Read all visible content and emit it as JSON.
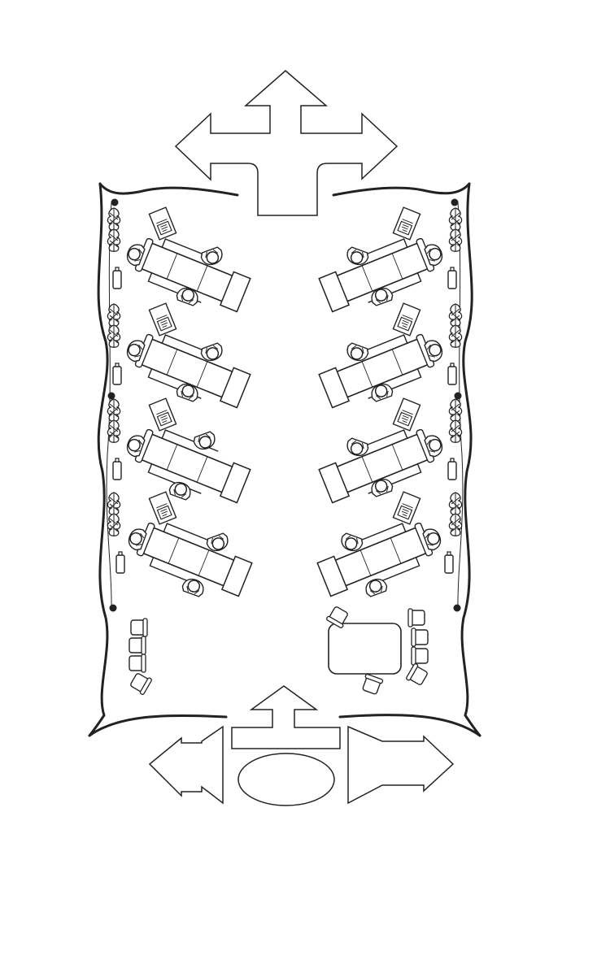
{
  "diagram": {
    "kind": "treatment-area-floor-plan",
    "colors": {
      "stroke": "#222222",
      "fill": "#ffffff"
    },
    "tent": {
      "pillar_count": 6
    },
    "stations": [
      {
        "side": "left",
        "row": 1
      },
      {
        "side": "left",
        "row": 2
      },
      {
        "side": "left",
        "row": 3
      },
      {
        "side": "left",
        "row": 4
      },
      {
        "side": "right",
        "row": 1
      },
      {
        "side": "right",
        "row": 2
      },
      {
        "side": "right",
        "row": 3
      },
      {
        "side": "right",
        "row": 4
      }
    ],
    "waiting_chairs": {
      "left_count": 4,
      "right_count": 4
    },
    "flow_arrows": [
      "top-three-way-arrow",
      "bottom-up-arrow",
      "bottom-left-arrow",
      "bottom-right-arrow"
    ],
    "icons": [
      "plant-icon",
      "oxygen-tank-icon",
      "person-icon",
      "monitor-cart-icon",
      "stretcher-icon",
      "chair-icon",
      "desk-table-icon"
    ]
  }
}
